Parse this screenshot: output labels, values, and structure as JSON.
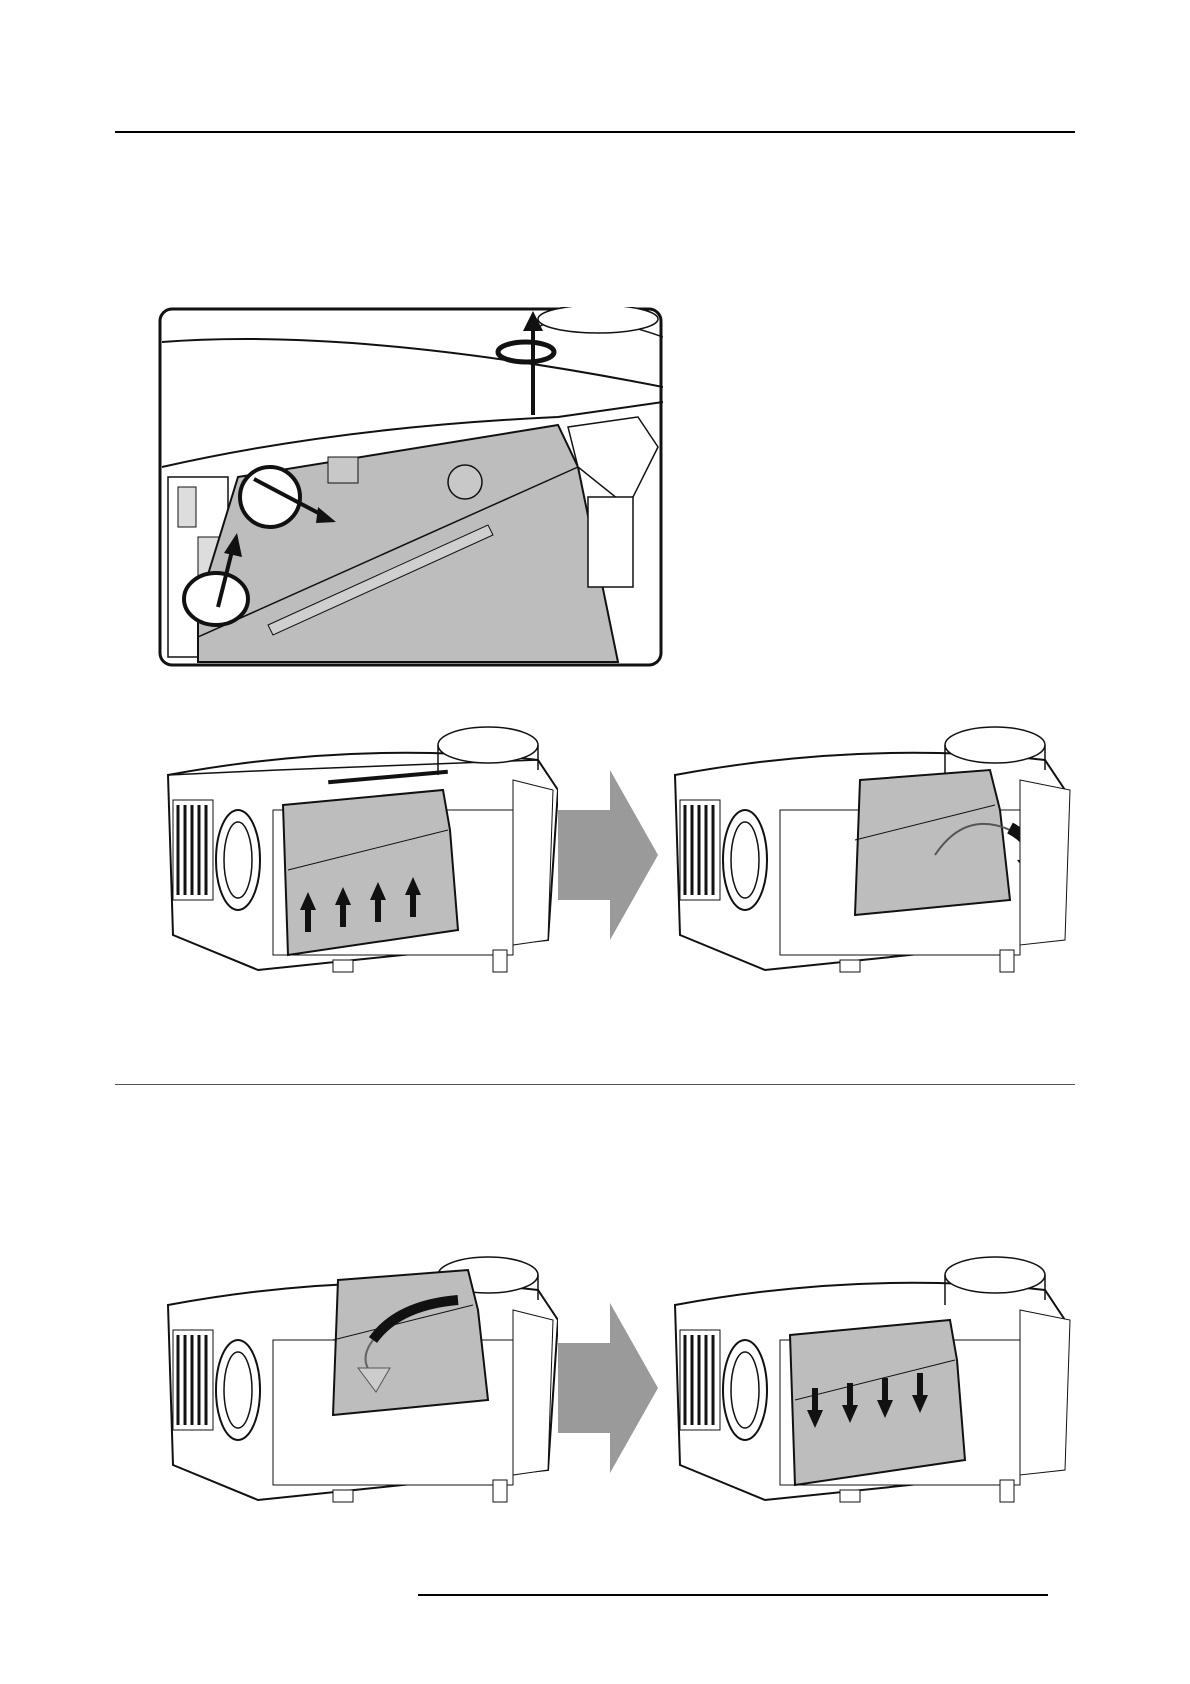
{
  "page": {
    "header_rule": true,
    "mid_rule": true,
    "footer_rule": true
  },
  "figures": [
    {
      "id": "detail-cover-screws",
      "icon": "rotate-ccw-and-lift-arrow-icon"
    },
    {
      "id": "remove-cover-step-1",
      "icon": "arrow-up-icon"
    },
    {
      "id": "remove-cover-step-2",
      "icon": "curved-arrow-out-icon"
    },
    {
      "id": "install-cover-step-1",
      "icon": "curved-arrow-in-icon"
    },
    {
      "id": "install-cover-step-2",
      "icon": "arrow-down-icon"
    }
  ],
  "colors": {
    "panel_gray": "#bdbdbd",
    "transition_arrow_gray": "#9a9a9a",
    "line": "#111111"
  }
}
